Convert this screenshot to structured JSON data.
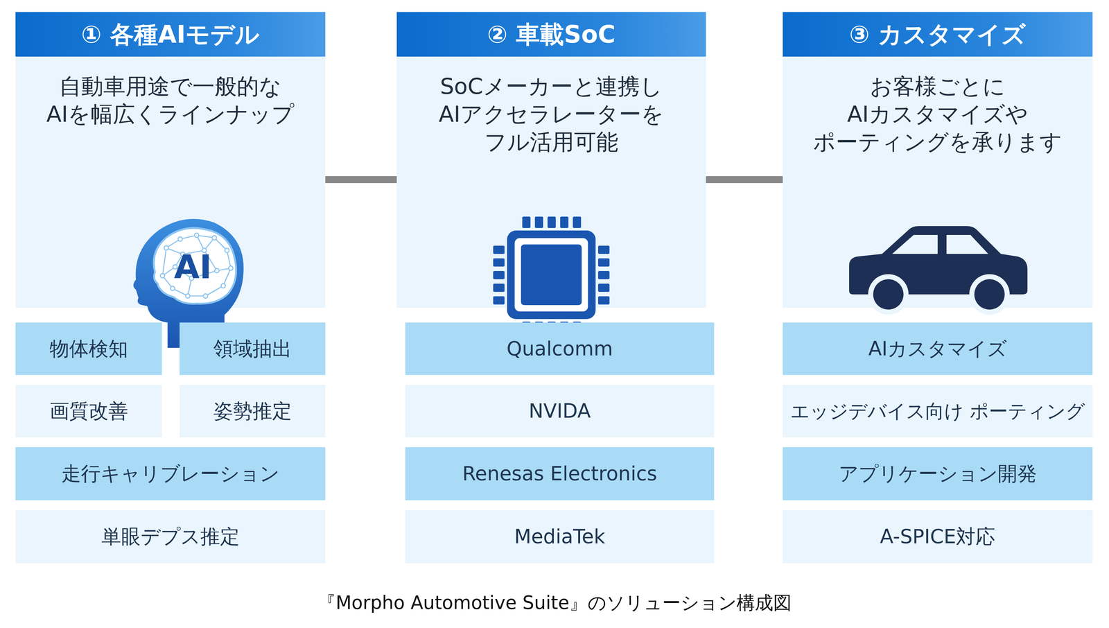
{
  "diagram": {
    "caption": "『Morpho Automotive Suite』のソリューション構成図",
    "nodes": [
      {
        "text": [
          "① 各種AIモデル",
          "自動車用途で一般的な AIを幅広くラインナップ"
        ]
      },
      {
        "text": [
          "物体検知"
        ]
      },
      {
        "text": [
          "領域抽出"
        ]
      },
      {
        "text": [
          "画質改善"
        ]
      },
      {
        "text": [
          "姿勢推定"
        ]
      },
      {
        "text": [
          "走行キャリブレーション"
        ]
      },
      {
        "text": [
          "単眼デプス推定"
        ]
      },
      {
        "text": [
          "② 車載SoC",
          "SoCメーカーと連携し AIアクセラレーターを フル活用可能"
        ]
      },
      {
        "text": [
          "Qualcomm"
        ]
      },
      {
        "text": [
          "NVIDA"
        ]
      },
      {
        "text": [
          "Renesas Electronics"
        ]
      },
      {
        "text": [
          "MediaTek"
        ]
      },
      {
        "text": [
          "③ カスタマイズ",
          "お客様ごとに AIカスタマイズや ポーティングを承ります"
        ]
      },
      {
        "text": [
          "AIカスタマイズ"
        ]
      },
      {
        "text": [
          "エッジデバイス向け ポーティング"
        ]
      },
      {
        "text": [
          "アプリケーション開発"
        ]
      },
      {
        "text": [
          "A-SPICE対応"
        ]
      }
    ],
    "edges": [
      {
        "from": 0,
        "to": 7,
        "arrow": "none"
      },
      {
        "from": 7,
        "to": 12,
        "arrow": "none"
      }
    ],
    "labels": [
      "AI"
    ]
  }
}
